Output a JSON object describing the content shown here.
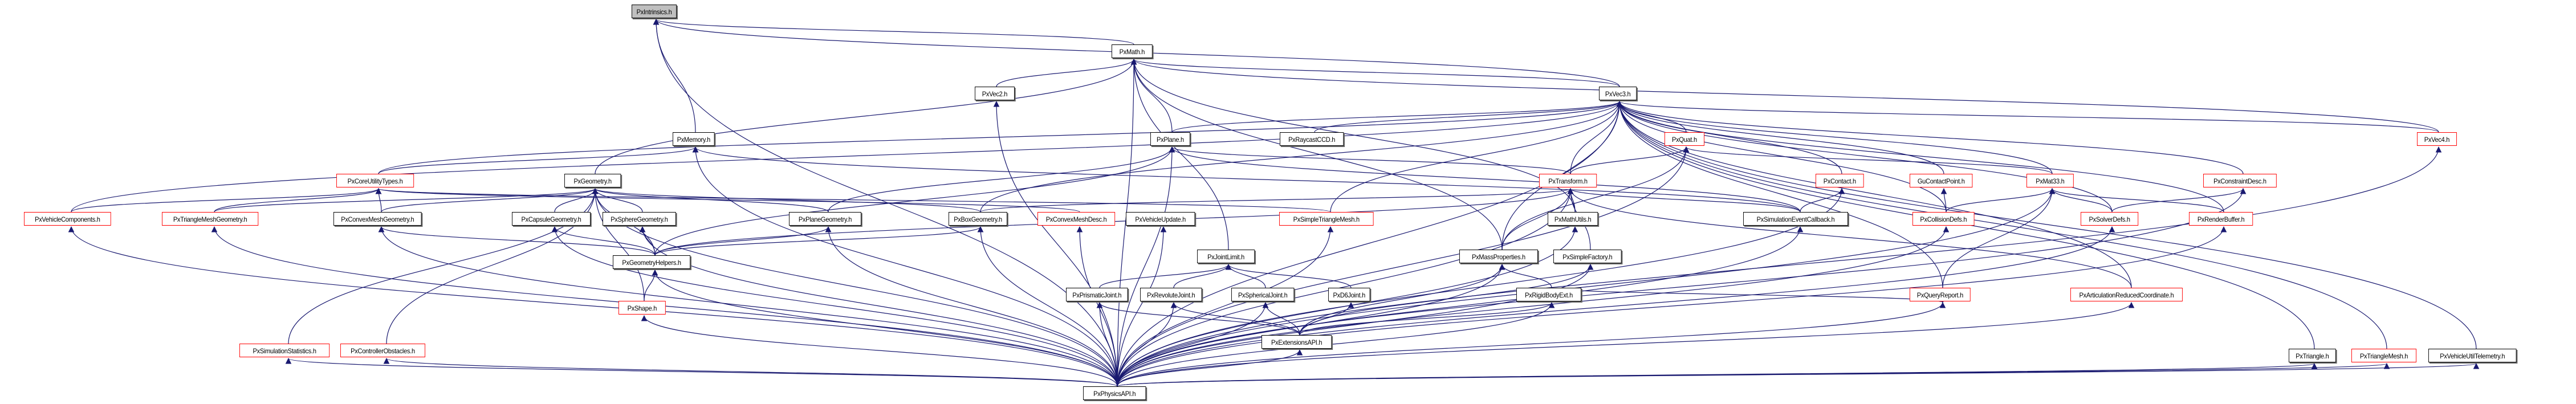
{
  "graph": {
    "type": "include-dependency-graph",
    "edge_color": "#191970",
    "node_border_default": "#000000",
    "node_border_incomplete": "#ff0000",
    "root_fill": "#bfbfbf",
    "nodes": [
      {
        "id": "intrinsics",
        "label": "PxIntrinsics.h",
        "style": "root"
      },
      {
        "id": "math",
        "label": "PxMath.h",
        "style": "normal"
      },
      {
        "id": "vec2",
        "label": "PxVec2.h",
        "style": "normal"
      },
      {
        "id": "vec3",
        "label": "PxVec3.h",
        "style": "normal"
      },
      {
        "id": "memory",
        "label": "PxMemory.h",
        "style": "normal"
      },
      {
        "id": "plane",
        "label": "PxPlane.h",
        "style": "normal"
      },
      {
        "id": "raycastccd",
        "label": "PxRaycastCCD.h",
        "style": "normal"
      },
      {
        "id": "quat",
        "label": "PxQuat.h",
        "style": "red"
      },
      {
        "id": "vec4",
        "label": "PxVec4.h",
        "style": "red"
      },
      {
        "id": "coreutil",
        "label": "PxCoreUtilityTypes.h",
        "style": "red"
      },
      {
        "id": "geometry",
        "label": "PxGeometry.h",
        "style": "normal"
      },
      {
        "id": "transform",
        "label": "PxTransform.h",
        "style": "red"
      },
      {
        "id": "contact",
        "label": "PxContact.h",
        "style": "red"
      },
      {
        "id": "gucontact",
        "label": "GuContactPoint.h",
        "style": "red"
      },
      {
        "id": "mat33",
        "label": "PxMat33.h",
        "style": "red"
      },
      {
        "id": "constraintdesc",
        "label": "PxConstraintDesc.h",
        "style": "red"
      },
      {
        "id": "vehiclecomp",
        "label": "PxVehicleComponents.h",
        "style": "red"
      },
      {
        "id": "trimeshgeom",
        "label": "PxTriangleMeshGeometry.h",
        "style": "red"
      },
      {
        "id": "convexmeshgeom",
        "label": "PxConvexMeshGeometry.h",
        "style": "normal"
      },
      {
        "id": "capsulegeom",
        "label": "PxCapsuleGeometry.h",
        "style": "normal"
      },
      {
        "id": "spheregeom",
        "label": "PxSphereGeometry.h",
        "style": "normal"
      },
      {
        "id": "planegeom",
        "label": "PxPlaneGeometry.h",
        "style": "normal"
      },
      {
        "id": "boxgeom",
        "label": "PxBoxGeometry.h",
        "style": "normal"
      },
      {
        "id": "convexmeshdesc",
        "label": "PxConvexMeshDesc.h",
        "style": "red"
      },
      {
        "id": "vehicleupdate",
        "label": "PxVehicleUpdate.h",
        "style": "normal"
      },
      {
        "id": "simpletrimesh",
        "label": "PxSimpleTriangleMesh.h",
        "style": "red"
      },
      {
        "id": "mathutils",
        "label": "PxMathUtils.h",
        "style": "normal"
      },
      {
        "id": "simeventcb",
        "label": "PxSimulationEventCallback.h",
        "style": "normal"
      },
      {
        "id": "collisiondefs",
        "label": "PxCollisionDefs.h",
        "style": "red"
      },
      {
        "id": "solverdefs",
        "label": "PxSolverDefs.h",
        "style": "red"
      },
      {
        "id": "renderbuffer",
        "label": "PxRenderBuffer.h",
        "style": "red"
      },
      {
        "id": "geomhelpers",
        "label": "PxGeometryHelpers.h",
        "style": "normal"
      },
      {
        "id": "jointlimit",
        "label": "PxJointLimit.h",
        "style": "normal"
      },
      {
        "id": "massprops",
        "label": "PxMassProperties.h",
        "style": "normal"
      },
      {
        "id": "simplefactory",
        "label": "PxSimpleFactory.h",
        "style": "normal"
      },
      {
        "id": "queryreport",
        "label": "PxQueryReport.h",
        "style": "red"
      },
      {
        "id": "artreduced",
        "label": "PxArticulationReducedCoordinate.h",
        "style": "red"
      },
      {
        "id": "shape",
        "label": "PxShape.h",
        "style": "red"
      },
      {
        "id": "prismatic",
        "label": "PxPrismaticJoint.h",
        "style": "normal"
      },
      {
        "id": "revolute",
        "label": "PxRevoluteJoint.h",
        "style": "normal"
      },
      {
        "id": "spherical",
        "label": "PxSphericalJoint.h",
        "style": "normal"
      },
      {
        "id": "d6",
        "label": "PxD6Joint.h",
        "style": "normal"
      },
      {
        "id": "rigidbodyext",
        "label": "PxRigidBodyExt.h",
        "style": "normal"
      },
      {
        "id": "simstats",
        "label": "PxSimulationStatistics.h",
        "style": "red"
      },
      {
        "id": "ctrlobstacles",
        "label": "PxControllerObstacles.h",
        "style": "red"
      },
      {
        "id": "extensionsapi",
        "label": "PxExtensionsAPI.h",
        "style": "normal"
      },
      {
        "id": "triangle",
        "label": "PxTriangle.h",
        "style": "normal"
      },
      {
        "id": "trimesh",
        "label": "PxTriangleMesh.h",
        "style": "red"
      },
      {
        "id": "vehicletelemetry",
        "label": "PxVehicleUtilTelemetry.h",
        "style": "normal"
      },
      {
        "id": "physicsapi",
        "label": "PxPhysicsAPI.h",
        "style": "normal"
      }
    ],
    "edges": [
      [
        "math",
        "intrinsics"
      ],
      [
        "memory",
        "intrinsics"
      ],
      [
        "physicsapi",
        "intrinsics"
      ],
      [
        "vec3",
        "intrinsics"
      ],
      [
        "vec2",
        "math"
      ],
      [
        "vec3",
        "math"
      ],
      [
        "plane",
        "math"
      ],
      [
        "geometry",
        "math"
      ],
      [
        "physicsapi",
        "math"
      ],
      [
        "vec4",
        "math"
      ],
      [
        "jointlimit",
        "math"
      ],
      [
        "massprops",
        "math"
      ],
      [
        "mathutils",
        "math"
      ],
      [
        "physicsapi",
        "vec2"
      ],
      [
        "plane",
        "vec3"
      ],
      [
        "raycastccd",
        "vec3"
      ],
      [
        "quat",
        "vec3"
      ],
      [
        "vec4",
        "vec3"
      ],
      [
        "coreutil",
        "vec3"
      ],
      [
        "transform",
        "vec3"
      ],
      [
        "contact",
        "vec3"
      ],
      [
        "gucontact",
        "vec3"
      ],
      [
        "mat33",
        "vec3"
      ],
      [
        "constraintdesc",
        "vec3"
      ],
      [
        "vehiclecomp",
        "vec3"
      ],
      [
        "boxgeom",
        "vec3"
      ],
      [
        "simpletrimesh",
        "vec3"
      ],
      [
        "collisiondefs",
        "vec3"
      ],
      [
        "solverdefs",
        "vec3"
      ],
      [
        "renderbuffer",
        "vec3"
      ],
      [
        "massprops",
        "vec3"
      ],
      [
        "artreduced",
        "vec3"
      ],
      [
        "queryreport",
        "vec3"
      ],
      [
        "triangle",
        "vec3"
      ],
      [
        "trimesh",
        "vec3"
      ],
      [
        "vehicletelemetry",
        "vec3"
      ],
      [
        "physicsapi",
        "vec3"
      ],
      [
        "coreutil",
        "memory"
      ],
      [
        "simeventcb",
        "memory"
      ],
      [
        "physicsapi",
        "memory"
      ],
      [
        "transform",
        "plane"
      ],
      [
        "planegeom",
        "plane"
      ],
      [
        "geomhelpers",
        "plane"
      ],
      [
        "physicsapi",
        "plane"
      ],
      [
        "simeventcb",
        "plane"
      ],
      [
        "transform",
        "quat"
      ],
      [
        "mat33",
        "quat"
      ],
      [
        "massprops",
        "quat"
      ],
      [
        "physicsapi",
        "quat"
      ],
      [
        "vehiclecomp",
        "coreutil"
      ],
      [
        "trimeshgeom",
        "coreutil"
      ],
      [
        "convexmeshgeom",
        "coreutil"
      ],
      [
        "convexmeshdesc",
        "coreutil"
      ],
      [
        "simpletrimesh",
        "coreutil"
      ],
      [
        "convexmeshgeom",
        "geometry"
      ],
      [
        "capsulegeom",
        "geometry"
      ],
      [
        "spheregeom",
        "geometry"
      ],
      [
        "planegeom",
        "geometry"
      ],
      [
        "boxgeom",
        "geometry"
      ],
      [
        "trimeshgeom",
        "geometry"
      ],
      [
        "geomhelpers",
        "geometry"
      ],
      [
        "shape",
        "geometry"
      ],
      [
        "simstats",
        "geometry"
      ],
      [
        "ctrlobstacles",
        "geometry"
      ],
      [
        "physicsapi",
        "geometry"
      ],
      [
        "mathutils",
        "transform"
      ],
      [
        "simeventcb",
        "transform"
      ],
      [
        "massprops",
        "transform"
      ],
      [
        "simplefactory",
        "transform"
      ],
      [
        "artreduced",
        "transform"
      ],
      [
        "boxgeom",
        "transform"
      ],
      [
        "geomhelpers",
        "transform"
      ],
      [
        "physicsapi",
        "transform"
      ],
      [
        "simeventcb",
        "contact"
      ],
      [
        "physicsapi",
        "contact"
      ],
      [
        "collisiondefs",
        "gucontact"
      ],
      [
        "collisiondefs",
        "mat33"
      ],
      [
        "solverdefs",
        "mat33"
      ],
      [
        "renderbuffer",
        "mat33"
      ],
      [
        "queryreport",
        "mat33"
      ],
      [
        "physicsapi",
        "mat33"
      ],
      [
        "solverdefs",
        "constraintdesc"
      ],
      [
        "physicsapi",
        "constraintdesc"
      ],
      [
        "physicsapi",
        "vehiclecomp"
      ],
      [
        "physicsapi",
        "trimeshgeom"
      ],
      [
        "geomhelpers",
        "convexmeshgeom"
      ],
      [
        "physicsapi",
        "convexmeshgeom"
      ],
      [
        "geomhelpers",
        "capsulegeom"
      ],
      [
        "physicsapi",
        "capsulegeom"
      ],
      [
        "geomhelpers",
        "spheregeom"
      ],
      [
        "physicsapi",
        "spheregeom"
      ],
      [
        "geomhelpers",
        "planegeom"
      ],
      [
        "physicsapi",
        "planegeom"
      ],
      [
        "geomhelpers",
        "boxgeom"
      ],
      [
        "physicsapi",
        "boxgeom"
      ],
      [
        "physicsapi",
        "convexmeshdesc"
      ],
      [
        "physicsapi",
        "vehicleupdate"
      ],
      [
        "physicsapi",
        "simpletrimesh"
      ],
      [
        "physicsapi",
        "mathutils"
      ],
      [
        "physicsapi",
        "simeventcb"
      ],
      [
        "physicsapi",
        "collisiondefs"
      ],
      [
        "physicsapi",
        "solverdefs"
      ],
      [
        "physicsapi",
        "renderbuffer"
      ],
      [
        "shape",
        "geomhelpers"
      ],
      [
        "physicsapi",
        "geomhelpers"
      ],
      [
        "prismatic",
        "jointlimit"
      ],
      [
        "revolute",
        "jointlimit"
      ],
      [
        "spherical",
        "jointlimit"
      ],
      [
        "d6",
        "jointlimit"
      ],
      [
        "extensionsapi",
        "massprops"
      ],
      [
        "rigidbodyext",
        "massprops"
      ],
      [
        "physicsapi",
        "massprops"
      ],
      [
        "extensionsapi",
        "simplefactory"
      ],
      [
        "physicsapi",
        "simplefactory"
      ],
      [
        "rigidbodyext",
        "queryreport"
      ],
      [
        "physicsapi",
        "queryreport"
      ],
      [
        "physicsapi",
        "artreduced"
      ],
      [
        "physicsapi",
        "shape"
      ],
      [
        "extensionsapi",
        "prismatic"
      ],
      [
        "physicsapi",
        "prismatic"
      ],
      [
        "extensionsapi",
        "revolute"
      ],
      [
        "physicsapi",
        "revolute"
      ],
      [
        "extensionsapi",
        "spherical"
      ],
      [
        "physicsapi",
        "spherical"
      ],
      [
        "extensionsapi",
        "d6"
      ],
      [
        "extensionsapi",
        "rigidbodyext"
      ],
      [
        "physicsapi",
        "rigidbodyext"
      ],
      [
        "physicsapi",
        "simstats"
      ],
      [
        "physicsapi",
        "ctrlobstacles"
      ],
      [
        "physicsapi",
        "extensionsapi"
      ],
      [
        "physicsapi",
        "triangle"
      ],
      [
        "physicsapi",
        "trimesh"
      ],
      [
        "physicsapi",
        "vehicletelemetry"
      ],
      [
        "physicsapi",
        "vec4"
      ]
    ]
  }
}
